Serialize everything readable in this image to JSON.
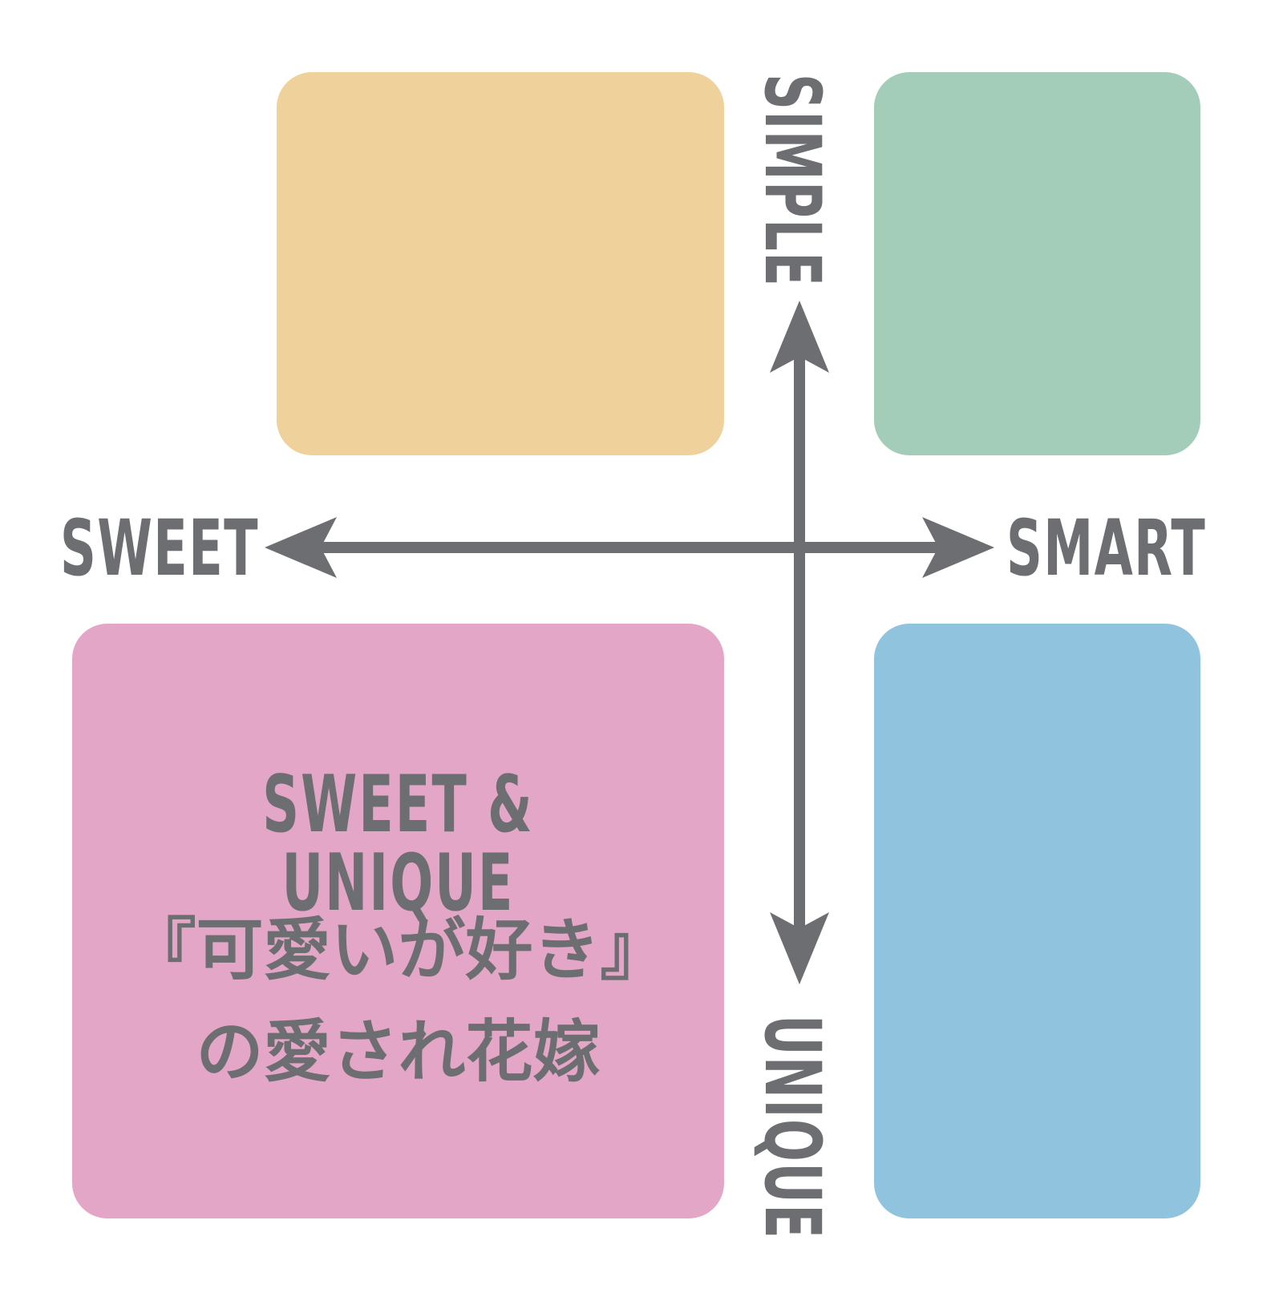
{
  "diagram": {
    "type": "positioning-map",
    "colors": {
      "text": "#6d6e71",
      "axis": "#6d6e71",
      "background": "#ffffff",
      "quadrant_top_left": "#efd19b",
      "quadrant_top_right": "#a3cdb8",
      "quadrant_bottom_left": "#e3a6c6",
      "quadrant_bottom_right": "#8fc3de"
    },
    "axes": {
      "left": "SWEET",
      "right": "SMART",
      "top": "SIMPLE",
      "bottom": "UNIQUE"
    },
    "quadrants": {
      "top_left": {
        "label": ""
      },
      "top_right": {
        "label": ""
      },
      "bottom_right": {
        "label": ""
      },
      "bottom_left": {
        "title": "SWEET & UNIQUE",
        "line1": "『可愛いが好き』",
        "line2": "の愛され花嫁"
      }
    }
  }
}
